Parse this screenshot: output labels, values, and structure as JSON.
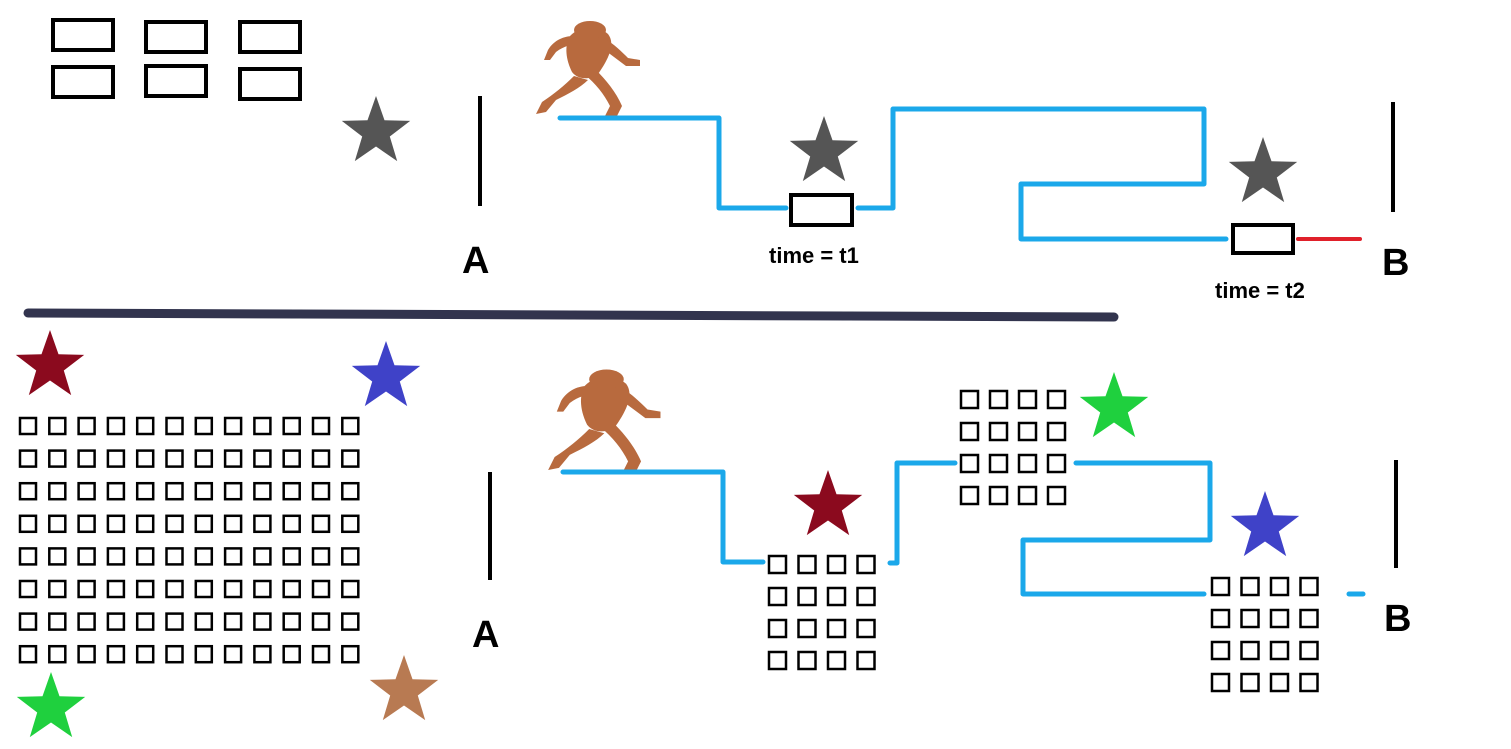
{
  "labels": {
    "top_a": "A",
    "top_b": "B",
    "bottom_a": "A",
    "bottom_b": "B",
    "time_t1": "time = t1",
    "time_t2": "time = t2"
  },
  "colors": {
    "path": "#1ba8ea",
    "red_segment": "#e0202a",
    "divider": "#32344e",
    "star_gray": "#555555",
    "star_darkred": "#8b0a1e",
    "star_blue": "#3f42c8",
    "star_green": "#1fd03e",
    "star_tan": "#b87a52",
    "runner_skin": "#b86a3e"
  },
  "icons": {
    "star": "star-icon",
    "runner": "running-figure-icon",
    "box": "storage-box-icon"
  }
}
